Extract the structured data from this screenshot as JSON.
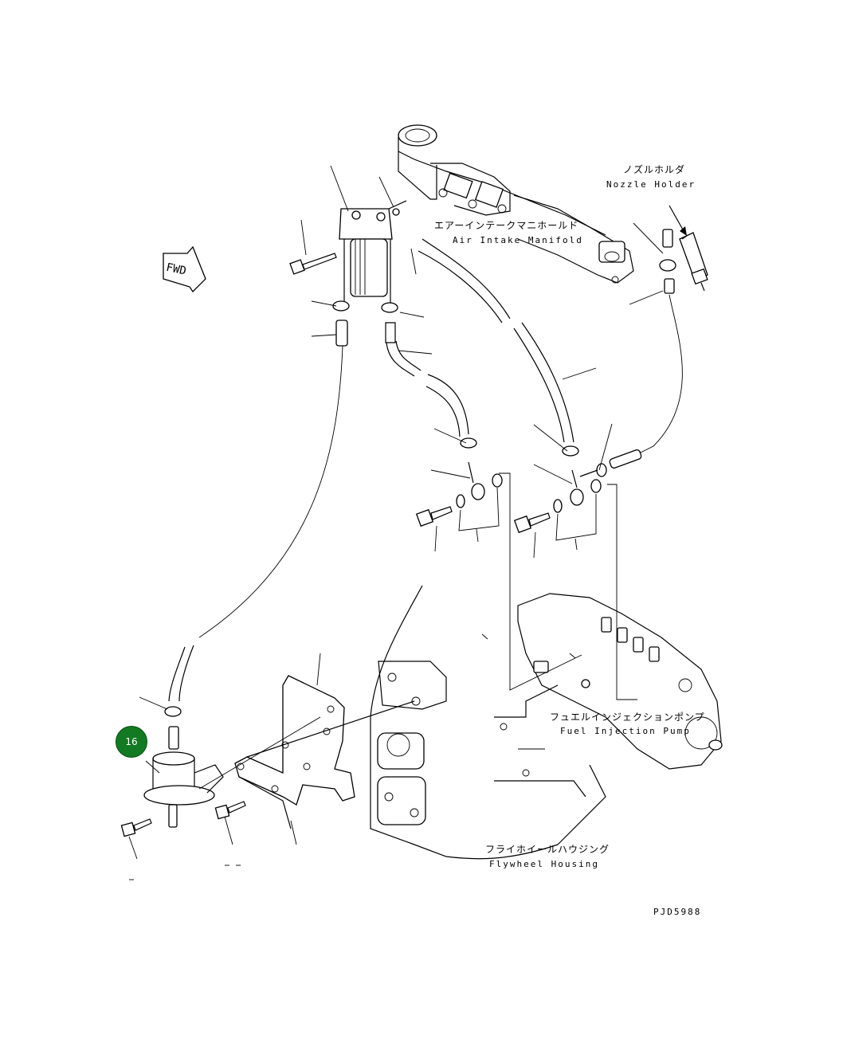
{
  "labels": {
    "air_intake_jp": "エアーインテークマニホールド",
    "air_intake_en": "Air Intake Manifold",
    "nozzle_jp": "ノズルホルダ",
    "nozzle_en": "Nozzle Holder",
    "pump_jp": "フュエルインジェクションポンプ",
    "pump_en": "Fuel Injection Pump",
    "flywheel_jp": "フライホイールハウジング",
    "flywheel_en": "Flywheel Housing",
    "fwd": "FWD",
    "drawing_code": "PJD5988"
  },
  "callouts": [
    {
      "number": "16",
      "color": "#127a22"
    }
  ]
}
